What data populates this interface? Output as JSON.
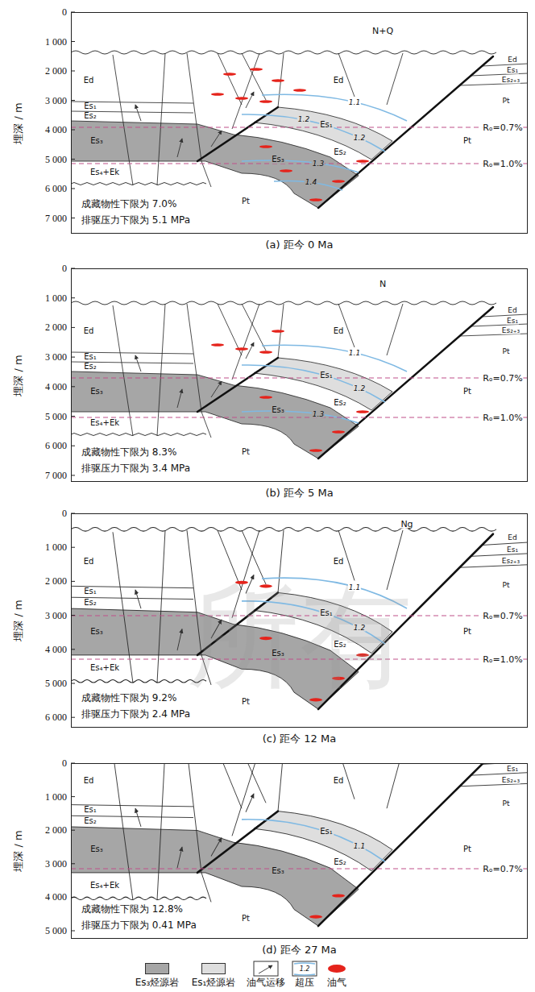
{
  "diagram": {
    "nodes": [
      {
        "text": [
          "成藏物性下限为 7.0%",
          "排驱压力下限为 5.1 MPa",
          "(a) 距今 0 Ma"
        ]
      },
      {
        "text": [
          "成藏物性下限为 8.3%",
          "排驱压力下限为 3.4 MPa",
          "(b) 距今 5 Ma"
        ]
      },
      {
        "text": [
          "成藏物性下限为 9.2%",
          "排驱压力下限为 2.4 MPa",
          "(c) 距今 12 Ma"
        ]
      },
      {
        "text": [
          "成藏物性下限为 12.8%",
          "排驱压力下限为 0.41 MPa",
          "(d) 距今 27 Ma"
        ]
      }
    ],
    "labels": [
      "埋深 / m",
      "0",
      "1 000",
      "2 000",
      "3 000",
      "4 000",
      "5 000",
      "6 000",
      "7 000",
      "N+Q",
      "Ed",
      "Es₁",
      "Es₂",
      "Es₃",
      "Es₄+Ek",
      "Ed",
      "Es₁",
      "Es₂",
      "Es₃",
      "Pt",
      "Pt",
      "Ed",
      "Es₁",
      "Es₂₊₃",
      "Pt",
      "1.1",
      "1.2",
      "1.2",
      "1.3",
      "1.4",
      "Rₒ=0.7%",
      "Rₒ=1.0%",
      "埋深 / m",
      "0",
      "1 000",
      "2 000",
      "3 000",
      "4 000",
      "5 000",
      "6 000",
      "7 000",
      "N",
      "Ed",
      "Es₁",
      "Es₂",
      "Es₃",
      "Es₄+Ek",
      "Ed",
      "Es₁",
      "Es₂",
      "Es₃",
      "Pt",
      "Pt",
      "Ed",
      "Es₁",
      "Es₂₊₃",
      "Pt",
      "1.1",
      "1.2",
      "1.3",
      "Rₒ=0.7%",
      "Rₒ=1.0%",
      "埋深 / m",
      "0",
      "1 000",
      "2 000",
      "3 000",
      "4 000",
      "5 000",
      "6 000",
      "Ng",
      "Ed",
      "Es₁",
      "Es₂",
      "Es₃",
      "Es₄+Ek",
      "Ed",
      "Es₁",
      "Es₂",
      "Es₃",
      "Pt",
      "Pt",
      "Ed",
      "Es₁",
      "Es₂₊₃",
      "Pt",
      "1.1",
      "1.2",
      "Rₒ=0.7%",
      "Rₒ=1.0%",
      "埋深 / m",
      "0",
      "1 000",
      "2 000",
      "3 000",
      "4 000",
      "5 000",
      "Ed",
      "Es₁",
      "Es₂",
      "Es₃",
      "Es₄+Ek",
      "Ed",
      "Es₁",
      "Es₂",
      "Es₃",
      "Pt",
      "Pt",
      "Es₁",
      "Es₂₊₃",
      "Pt",
      "1.1",
      "Rₒ=0.7%",
      "1.2",
      "所有"
    ],
    "legend": [
      {
        "text": "Es₃烃源岩",
        "color": "#a6a6a6"
      },
      {
        "text": "Es₁烃源岩",
        "color": "#dedede"
      },
      {
        "text": "油气运移"
      },
      {
        "text": "超压"
      },
      {
        "text": "油气",
        "color": "#e5231b"
      }
    ]
  }
}
